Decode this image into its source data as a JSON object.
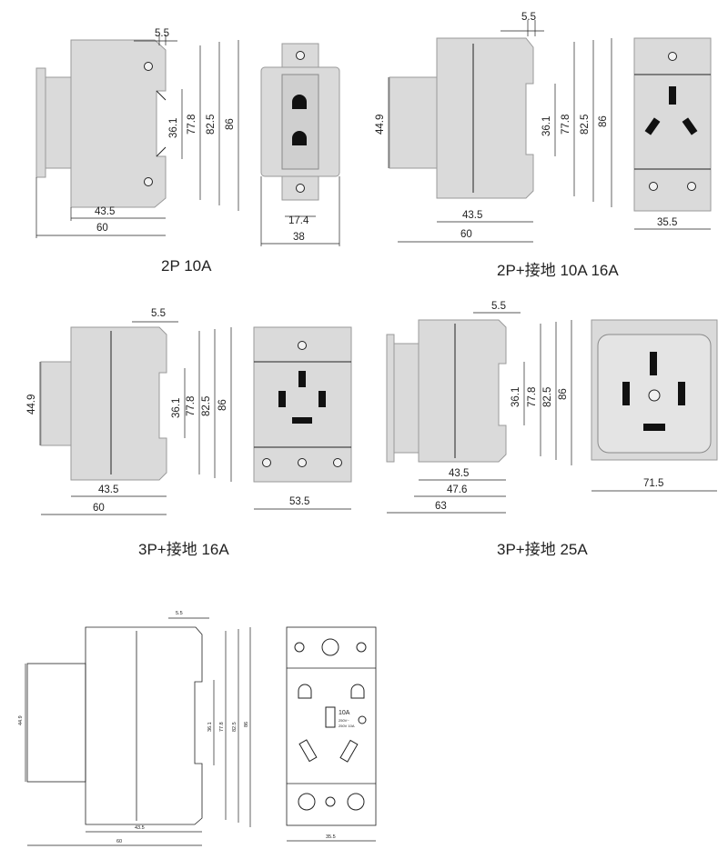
{
  "captions": {
    "p2_10a": "2P 10A",
    "p2e_10a_16a": "2P+接地 10A  16A",
    "p3e_16a": "3P+接地 16A",
    "p3e_25a": "3P+接地 25A"
  },
  "dims": {
    "side_a": {
      "d55": "5.5",
      "d361": "36.1",
      "d778": "77.8",
      "d825": "82.5",
      "d86": "86",
      "d435": "43.5",
      "d60": "60"
    },
    "front_a": {
      "d174": "17.4",
      "d38": "38"
    },
    "side_b": {
      "d55": "5.5",
      "d449": "44.9",
      "d361": "36.1",
      "d778": "77.8",
      "d825": "82.5",
      "d86": "86",
      "d435": "43.5",
      "d60": "60"
    },
    "front_b": {
      "d355": "35.5"
    },
    "side_c": {
      "d55": "5.5",
      "d449": "44.9",
      "d361": "36.1",
      "d778": "77.8",
      "d825": "82.5",
      "d86": "86",
      "d435": "43.5",
      "d60": "60"
    },
    "front_c": {
      "d535": "53.5"
    },
    "side_d": {
      "d55": "5.5",
      "d361": "36.1",
      "d778": "77.8",
      "d825": "82.5",
      "d86": "86",
      "d435": "43.5",
      "d476": "47.6",
      "d63": "63"
    },
    "front_d": {
      "d715": "71.5"
    },
    "side_e": {
      "d55": "5.5",
      "d449": "44.9",
      "d361": "36.1",
      "d778": "77.8",
      "d825": "82.5",
      "d86": "86",
      "d435": "43.5",
      "d60": "60"
    },
    "front_e": {
      "d355": "35.5",
      "rating": "10A",
      "sub1": "250V~",
      "sub2": "250V 10A"
    }
  },
  "colors": {
    "body": "#dadada",
    "outline": "#9a9a9a",
    "ink": "#222222"
  }
}
